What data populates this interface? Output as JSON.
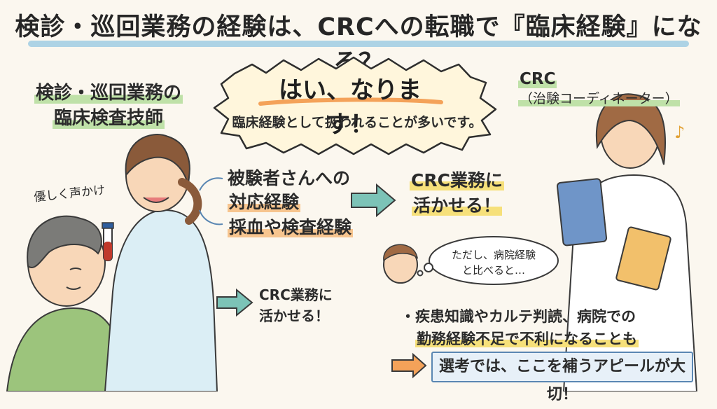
{
  "title": "検診・巡回業務の経験は、CRCへの転職で『臨床経験』になる？",
  "left_role": {
    "line1": "検診・巡回業務の",
    "line2": "臨床検査技師"
  },
  "right_role": {
    "main": "CRC",
    "sub": "（治験コーディネーター）"
  },
  "speech_burst": {
    "headline": "はい、なります！",
    "subtext": "臨床経験として扱われることが多いです。"
  },
  "gentle_call": "優しく声かけ",
  "experience_items": [
    "被験者さんへの対応経験",
    "採血や検査経験"
  ],
  "experience_items_display": {
    "item1_l1": "被験者さんへの",
    "item1_l2": "対応経験",
    "item2": "採血や検査経験"
  },
  "crc_result_big": {
    "l1": "CRC業務に",
    "l2": "活かせる！"
  },
  "crc_result_small": {
    "l1": "CRC業務に",
    "l2": "活かせる！"
  },
  "thought_bubble": {
    "l1": "ただし、病院経験",
    "l2": "と比べると…"
  },
  "caveat": {
    "l1": "疾患知識やカルテ判読、病院での",
    "l2": "勤務経験不足で不利になることも"
  },
  "appeal": "選考では、ここを補うアピールが大切！",
  "colors": {
    "title_underline": "#9fcde3",
    "arrow_teal": "#7cc3b7",
    "arrow_orange": "#f4a259",
    "highlight_green": "#bfe1a8",
    "highlight_orange": "#f7c58f",
    "highlight_yellow": "#f6e07a",
    "appeal_border": "#5a87b3"
  }
}
